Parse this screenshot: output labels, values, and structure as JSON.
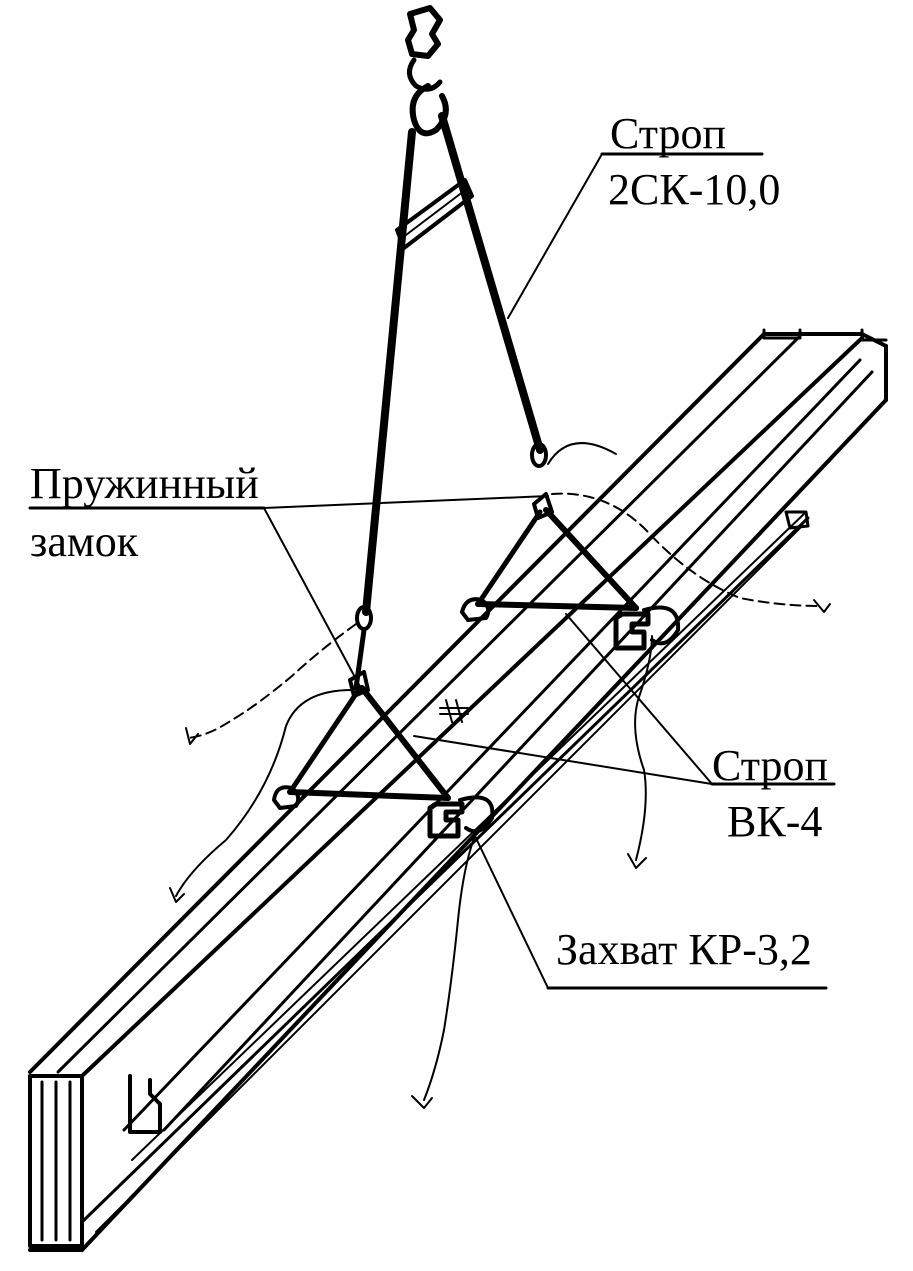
{
  "labels": {
    "sling_top_line1": "Строп",
    "sling_top_line2": "2СК-10,0",
    "spring_lock_line1": "Пружинный",
    "spring_lock_line2": "замок",
    "sling_vk_line1": "Строп",
    "sling_vk_line2": "ВК-4",
    "grip": "Захват КР-3,2"
  },
  "colors": {
    "ink": "#000000",
    "paper": "#ffffff"
  }
}
